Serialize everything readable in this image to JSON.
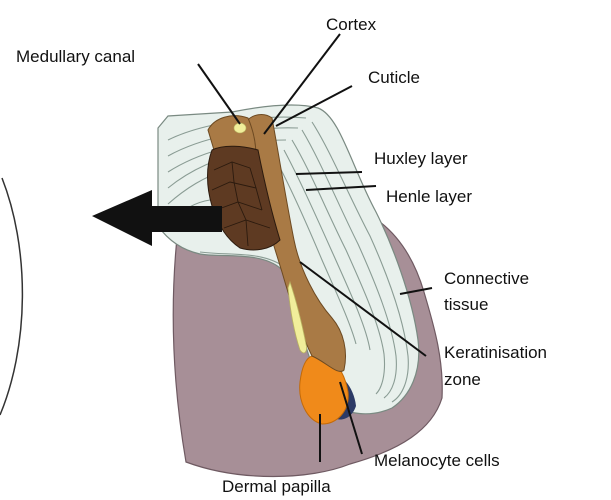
{
  "labels": {
    "cortex": "Cortex",
    "medullary_canal": "Medullary canal",
    "cuticle": "Cuticle",
    "huxley_layer": "Huxley layer",
    "henle_layer": "Henle layer",
    "connective_tissue_1": "Connective",
    "connective_tissue_2": "tissue",
    "keratinisation_zone_1": "Keratinisation",
    "keratinisation_zone_2": "zone",
    "melanocyte_cells": "Melanocyte cells",
    "dermal_papilla": "Dermal papilla"
  },
  "colors": {
    "connective_tissue": "#a78f97",
    "sheath_layers": "#e8f0ec",
    "sheath_lines": "#8a9c94",
    "hair_shaft": "#a97a45",
    "medulla": "#5e3a22",
    "keratinisation": "#f1ee9b",
    "dermal_papilla": "#f08a1a",
    "melanocyte": "#2c3a66",
    "arrow": "#111111"
  }
}
